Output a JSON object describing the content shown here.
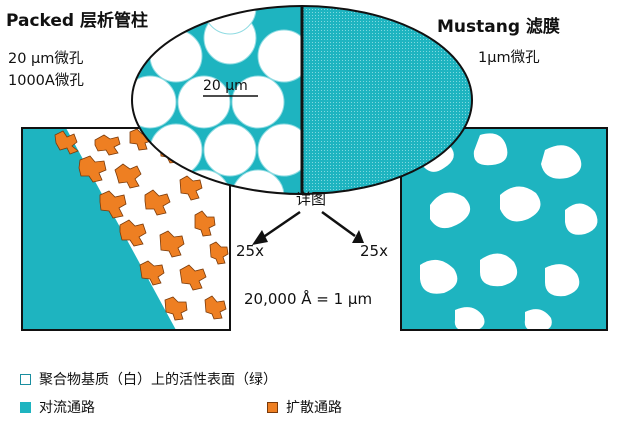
{
  "left_title": "Packed 层析管柱",
  "left_sub": [
    "20 µm微孔",
    "1000A微孔"
  ],
  "right_title": "Mustang 滤膜",
  "right_sub": "1µm微孔",
  "scale_label": "20 µm",
  "detail_label": "详图",
  "left_zoom": "25x",
  "right_zoom": "25x",
  "equation": "20,000 Å = 1 µm",
  "colors": {
    "teal": "#1eb4c0",
    "orange": "#ee7f22",
    "white": "#ffffff",
    "outline": "#111111"
  },
  "legend": [
    {
      "swatch": "outline",
      "label": "聚合物基质（白）上的活性表面（绿）"
    },
    {
      "swatch": "teal",
      "label": "对流通路"
    },
    {
      "swatch": "orange",
      "label": "扩散通路"
    }
  ]
}
